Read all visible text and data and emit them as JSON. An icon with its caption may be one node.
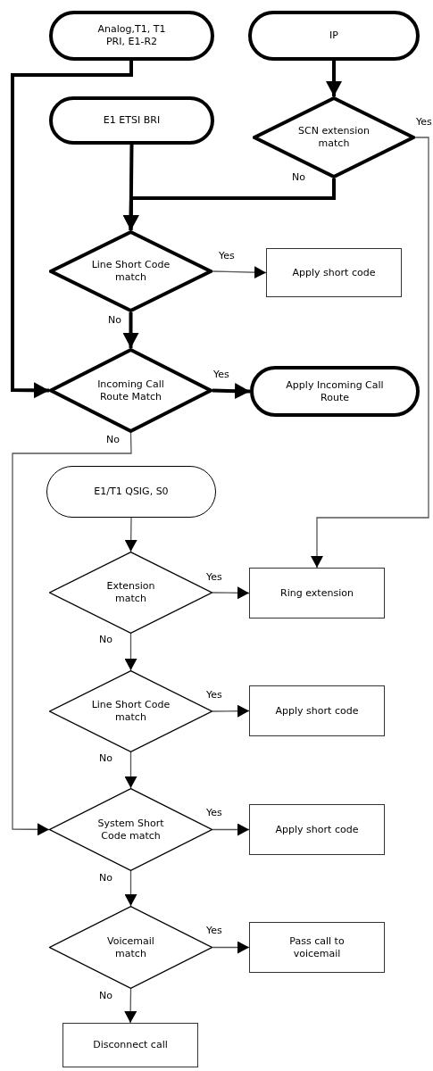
{
  "diagram": {
    "nodes": [
      {
        "text": [
          "Analog,T1, T1 PRI, E1-R2"
        ]
      },
      {
        "text": [
          "IP"
        ]
      },
      {
        "text": [
          "E1 ETSI BRI"
        ]
      },
      {
        "text": [
          "SCN extension match"
        ]
      },
      {
        "text": [
          "Line Short Code match"
        ]
      },
      {
        "text": [
          "Apply short code"
        ]
      },
      {
        "text": [
          "Incoming Call Route Match"
        ]
      },
      {
        "text": [
          "Apply Incoming Call Route"
        ]
      },
      {
        "text": [
          "E1/T1 QSIG, S0"
        ]
      },
      {
        "text": [
          "Extension match"
        ]
      },
      {
        "text": [
          "Ring extension"
        ]
      },
      {
        "text": [
          "Line Short Code match"
        ]
      },
      {
        "text": [
          "Apply short code"
        ]
      },
      {
        "text": [
          "System Short Code match"
        ]
      },
      {
        "text": [
          "Apply short code"
        ]
      },
      {
        "text": [
          "Voicemail match"
        ]
      },
      {
        "text": [
          "Pass call to voicemail"
        ]
      },
      {
        "text": [
          "Disconnect call"
        ]
      }
    ],
    "edges": [
      {
        "from": 0,
        "to": 6,
        "arrow": "to",
        "style": "thick"
      },
      {
        "from": 1,
        "to": 3,
        "arrow": "to",
        "style": "thick"
      },
      {
        "from": 3,
        "to": 10,
        "arrow": "to",
        "label": "Yes"
      },
      {
        "from": 3,
        "to": 4,
        "arrow": "to",
        "label": "No",
        "style": "thick"
      },
      {
        "from": 2,
        "to": 4,
        "arrow": "to",
        "style": "thick"
      },
      {
        "from": 4,
        "to": 5,
        "arrow": "to",
        "label": "Yes"
      },
      {
        "from": 4,
        "to": 6,
        "arrow": "to",
        "label": "No",
        "style": "thick"
      },
      {
        "from": 6,
        "to": 7,
        "arrow": "to",
        "label": "Yes",
        "style": "thick"
      },
      {
        "from": 6,
        "to": 13,
        "arrow": "to",
        "label": "No"
      },
      {
        "from": 8,
        "to": 9,
        "arrow": "to"
      },
      {
        "from": 9,
        "to": 10,
        "arrow": "to",
        "label": "Yes"
      },
      {
        "from": 9,
        "to": 11,
        "arrow": "to",
        "label": "No"
      },
      {
        "from": 11,
        "to": 12,
        "arrow": "to",
        "label": "Yes"
      },
      {
        "from": 11,
        "to": 13,
        "arrow": "to",
        "label": "No"
      },
      {
        "from": 13,
        "to": 14,
        "arrow": "to",
        "label": "Yes"
      },
      {
        "from": 13,
        "to": 15,
        "arrow": "to",
        "label": "No"
      },
      {
        "from": 15,
        "to": 16,
        "arrow": "to",
        "label": "Yes"
      },
      {
        "from": 15,
        "to": 17,
        "arrow": "to",
        "label": "No"
      }
    ]
  }
}
